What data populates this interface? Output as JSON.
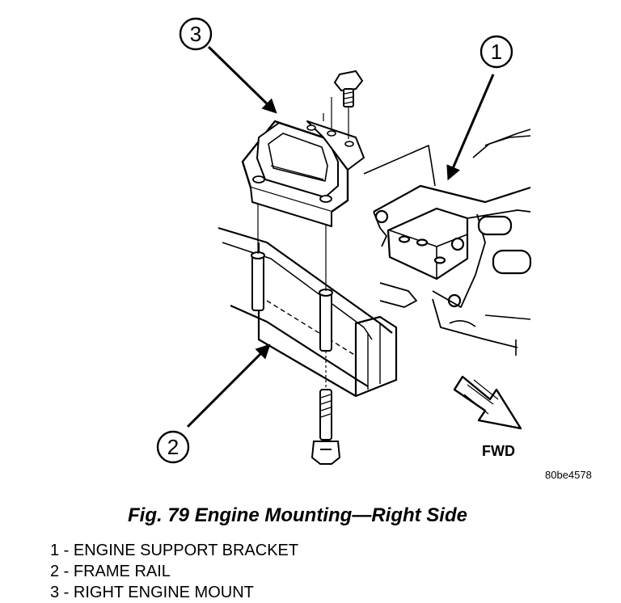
{
  "callouts": [
    {
      "number": "1"
    },
    {
      "number": "2"
    },
    {
      "number": "3"
    }
  ],
  "direction_label": "FWD",
  "figure_code": "80be4578",
  "caption": "Fig. 79 Engine Mounting—Right Side",
  "legend": [
    "1 - ENGINE SUPPORT BRACKET",
    "2 - FRAME RAIL",
    "3 - RIGHT ENGINE MOUNT"
  ]
}
